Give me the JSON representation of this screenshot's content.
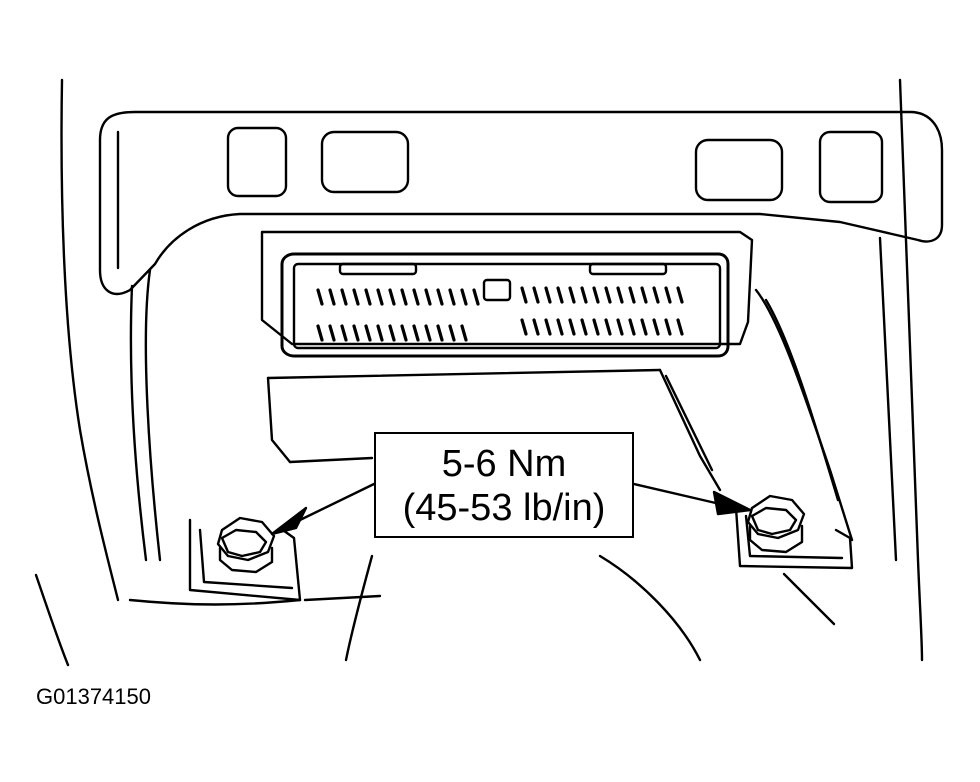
{
  "torque_spec": {
    "metric": "5-6 Nm",
    "imperial": "(45-53 lb/in)"
  },
  "figure_id": "G01374150",
  "colors": {
    "line": "#000000",
    "background": "#ffffff"
  }
}
